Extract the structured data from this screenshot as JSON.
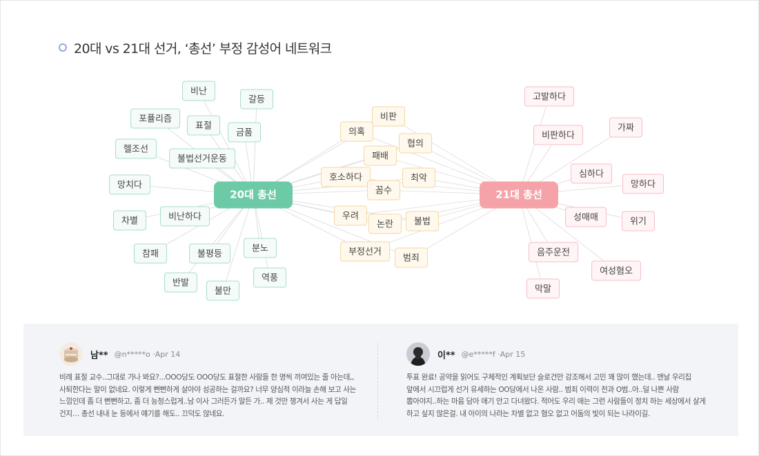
{
  "title": "20대 vs 21대 선거, ‘총선’ 부정 감성어 네트워크",
  "network": {
    "hub20": {
      "label": "20대 총선",
      "color": "#6ccaa7"
    },
    "hub21": {
      "label": "21대 총선",
      "color": "#f5a3a8"
    },
    "green_nodes": [
      "비난",
      "갈등",
      "포퓰리즘",
      "표절",
      "금품",
      "헬조선",
      "불법선거운동",
      "망치다",
      "차별",
      "비난하다",
      "참패",
      "불평등",
      "분노",
      "반발",
      "불만",
      "역풍"
    ],
    "yellow_nodes": [
      "비판",
      "의혹",
      "협의",
      "패배",
      "호소하다",
      "최악",
      "꼼수",
      "우려",
      "논란",
      "불법",
      "부정선거",
      "범죄"
    ],
    "pink_nodes": [
      "고발하다",
      "가짜",
      "비판하다",
      "심하다",
      "망하다",
      "성매매",
      "위기",
      "음주운전",
      "여성혐오",
      "막말"
    ]
  },
  "comments": [
    {
      "avatar_icon": "cake-avatar-icon",
      "name": "남**",
      "handle": "@n*****o",
      "date": "Apr 14",
      "text": "비례 표절 교수..그대로 가나 봐요?...OOO당도 OOO당도 표절한 사람들 한 명씩 끼여있는 줄 아는데,, 사퇴한다는 말이 없네요. 이렇게 뻔뻔하게 살아야 성공하는 걸까요? 너무 양심적 이라늘 손해 보고 사는 느낌인데 좀 더 뻔뻔하고, 좀 더 능청스럽게..남 이사 그러든가 말든 가.. 제 것만 챙겨서 사는 게 답일 건지… 총선 내내 눈 등에서 얘기를 해도.. 끄덕도 않네요."
    },
    {
      "avatar_icon": "person-avatar-icon",
      "name": "이**",
      "handle": "@e*****f",
      "date": "Apr 15",
      "text": "투표 완료! 공약을 읽어도 구체적인 계획보단 슬로건만 강조해서 고민 꽤 많이 했는데.. 맨날 우리집 앞에서 시끄럽게 선거 유세하는 OO당에서 나온 사람.. 범죄 이력이 전과 O범..아..덜 나쁜 사람 뽑아야지..하는 마음 담아 애기 안고 다녀왔다. 적어도 우리 애는 그런 사람들이 정치 하는 세상에서 살게 하고 싶지 않은걸. 내 아이의 나라는 차별 없고 혐오 없고 어둠의 빛이 되는 나라이길."
    }
  ]
}
